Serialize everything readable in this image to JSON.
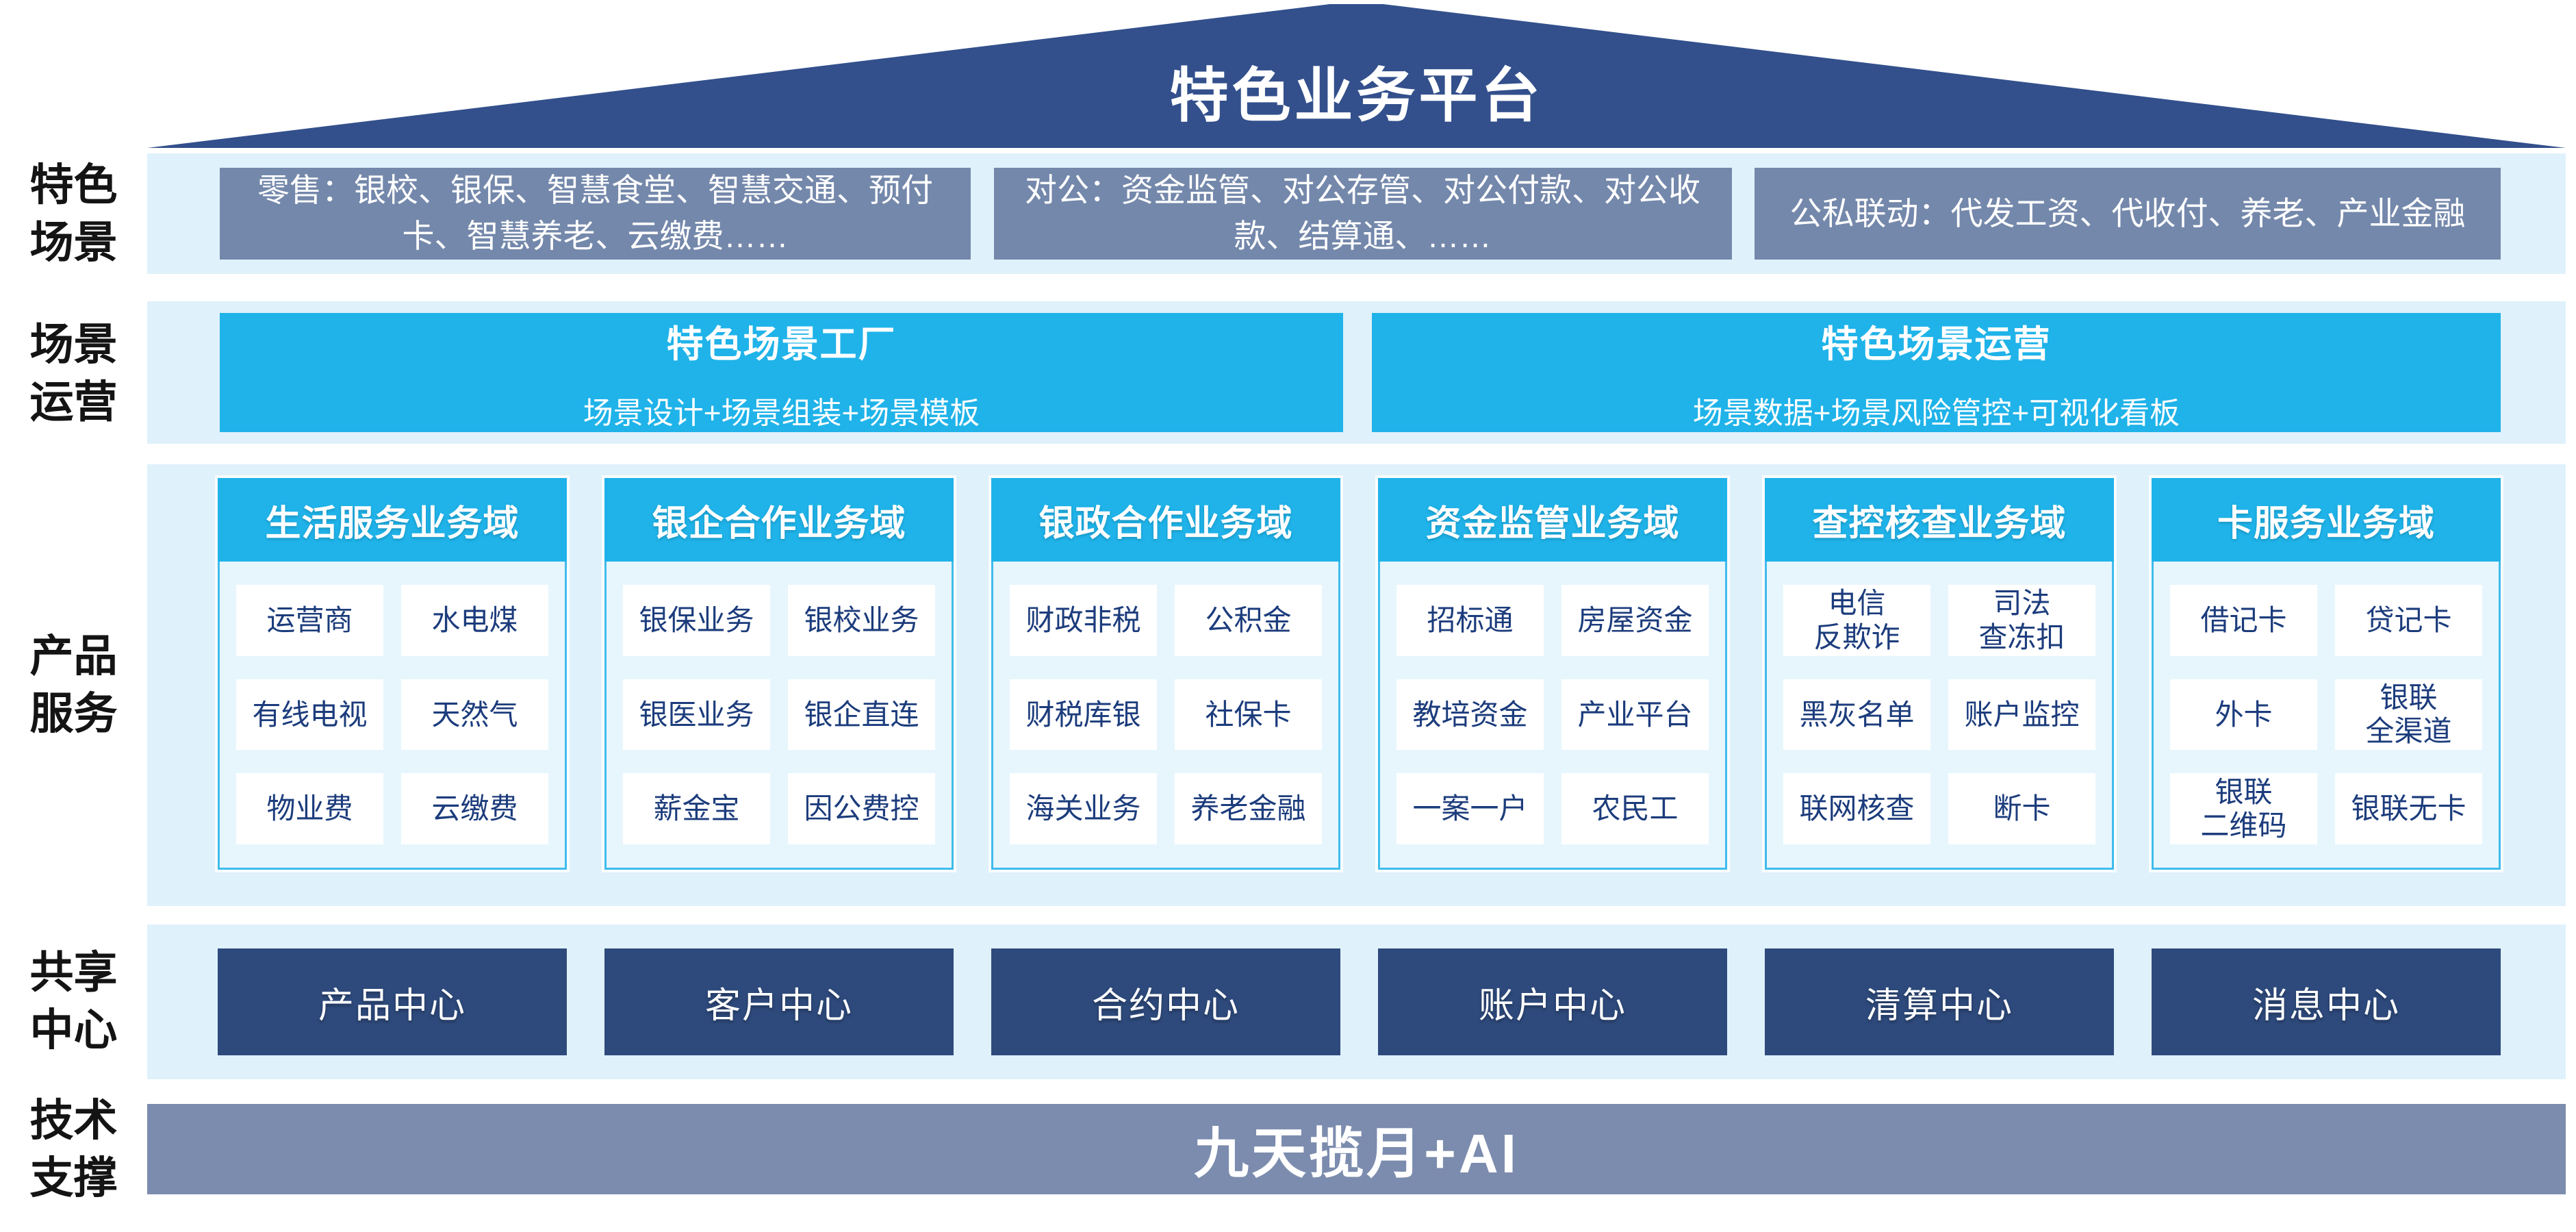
{
  "roof": {
    "title": "特色业务平台"
  },
  "rows": {
    "scenes": {
      "label": "特色\n场景",
      "boxes": [
        "零售：银校、银保、智慧食堂、智慧交通、预付卡、智慧养老、云缴费……",
        "对公：资金监管、对公存管、对公付款、对公收款、结算通、……",
        "公私联动：代发工资、代收付、养老、产业金融"
      ]
    },
    "operation": {
      "label": "场景\n运营",
      "boxes": [
        {
          "title": "特色场景工厂",
          "subtitle": "场景设计+场景组装+场景模板"
        },
        {
          "title": "特色场景运营",
          "subtitle": "场景数据+场景风险管控+可视化看板"
        }
      ]
    },
    "products": {
      "label": "产品\n服务",
      "domains": [
        {
          "title": "生活服务业务域",
          "items": [
            "运营商",
            "水电煤",
            "有线电视",
            "天然气",
            "物业费",
            "云缴费"
          ]
        },
        {
          "title": "银企合作业务域",
          "items": [
            "银保业务",
            "银校业务",
            "银医业务",
            "银企直连",
            "薪金宝",
            "因公费控"
          ]
        },
        {
          "title": "银政合作业务域",
          "items": [
            "财政非税",
            "公积金",
            "财税库银",
            "社保卡",
            "海关业务",
            "养老金融"
          ]
        },
        {
          "title": "资金监管业务域",
          "items": [
            "招标通",
            "房屋资金",
            "教培资金",
            "产业平台",
            "一案一户",
            "农民工"
          ]
        },
        {
          "title": "查控核查业务域",
          "items": [
            "电信\n反欺诈",
            "司法\n查冻扣",
            "黑灰名单",
            "账户监控",
            "联网核查",
            "断卡"
          ]
        },
        {
          "title": "卡服务业务域",
          "items": [
            "借记卡",
            "贷记卡",
            "外卡",
            "银联\n全渠道",
            "银联\n二维码",
            "银联无卡"
          ]
        }
      ]
    },
    "shared": {
      "label": "共享\n中心",
      "centers": [
        "产品中心",
        "客户中心",
        "合约中心",
        "账户中心",
        "清算中心",
        "消息中心"
      ]
    },
    "tech": {
      "label": "技术\n支撑",
      "bar": "九天揽月+AI"
    }
  },
  "colors": {
    "roof_navy": "#33508C",
    "band_blue": "#DFF1FB",
    "scene_slate": "#7488AB",
    "cyan": "#1FB3E9",
    "card_body": "#E7F6FD",
    "card_border": "#3FBCEC",
    "cell_text_navy": "#1C3C7C",
    "center_navy": "#2E4A7C",
    "tech_slate": "#7C8CAE"
  }
}
